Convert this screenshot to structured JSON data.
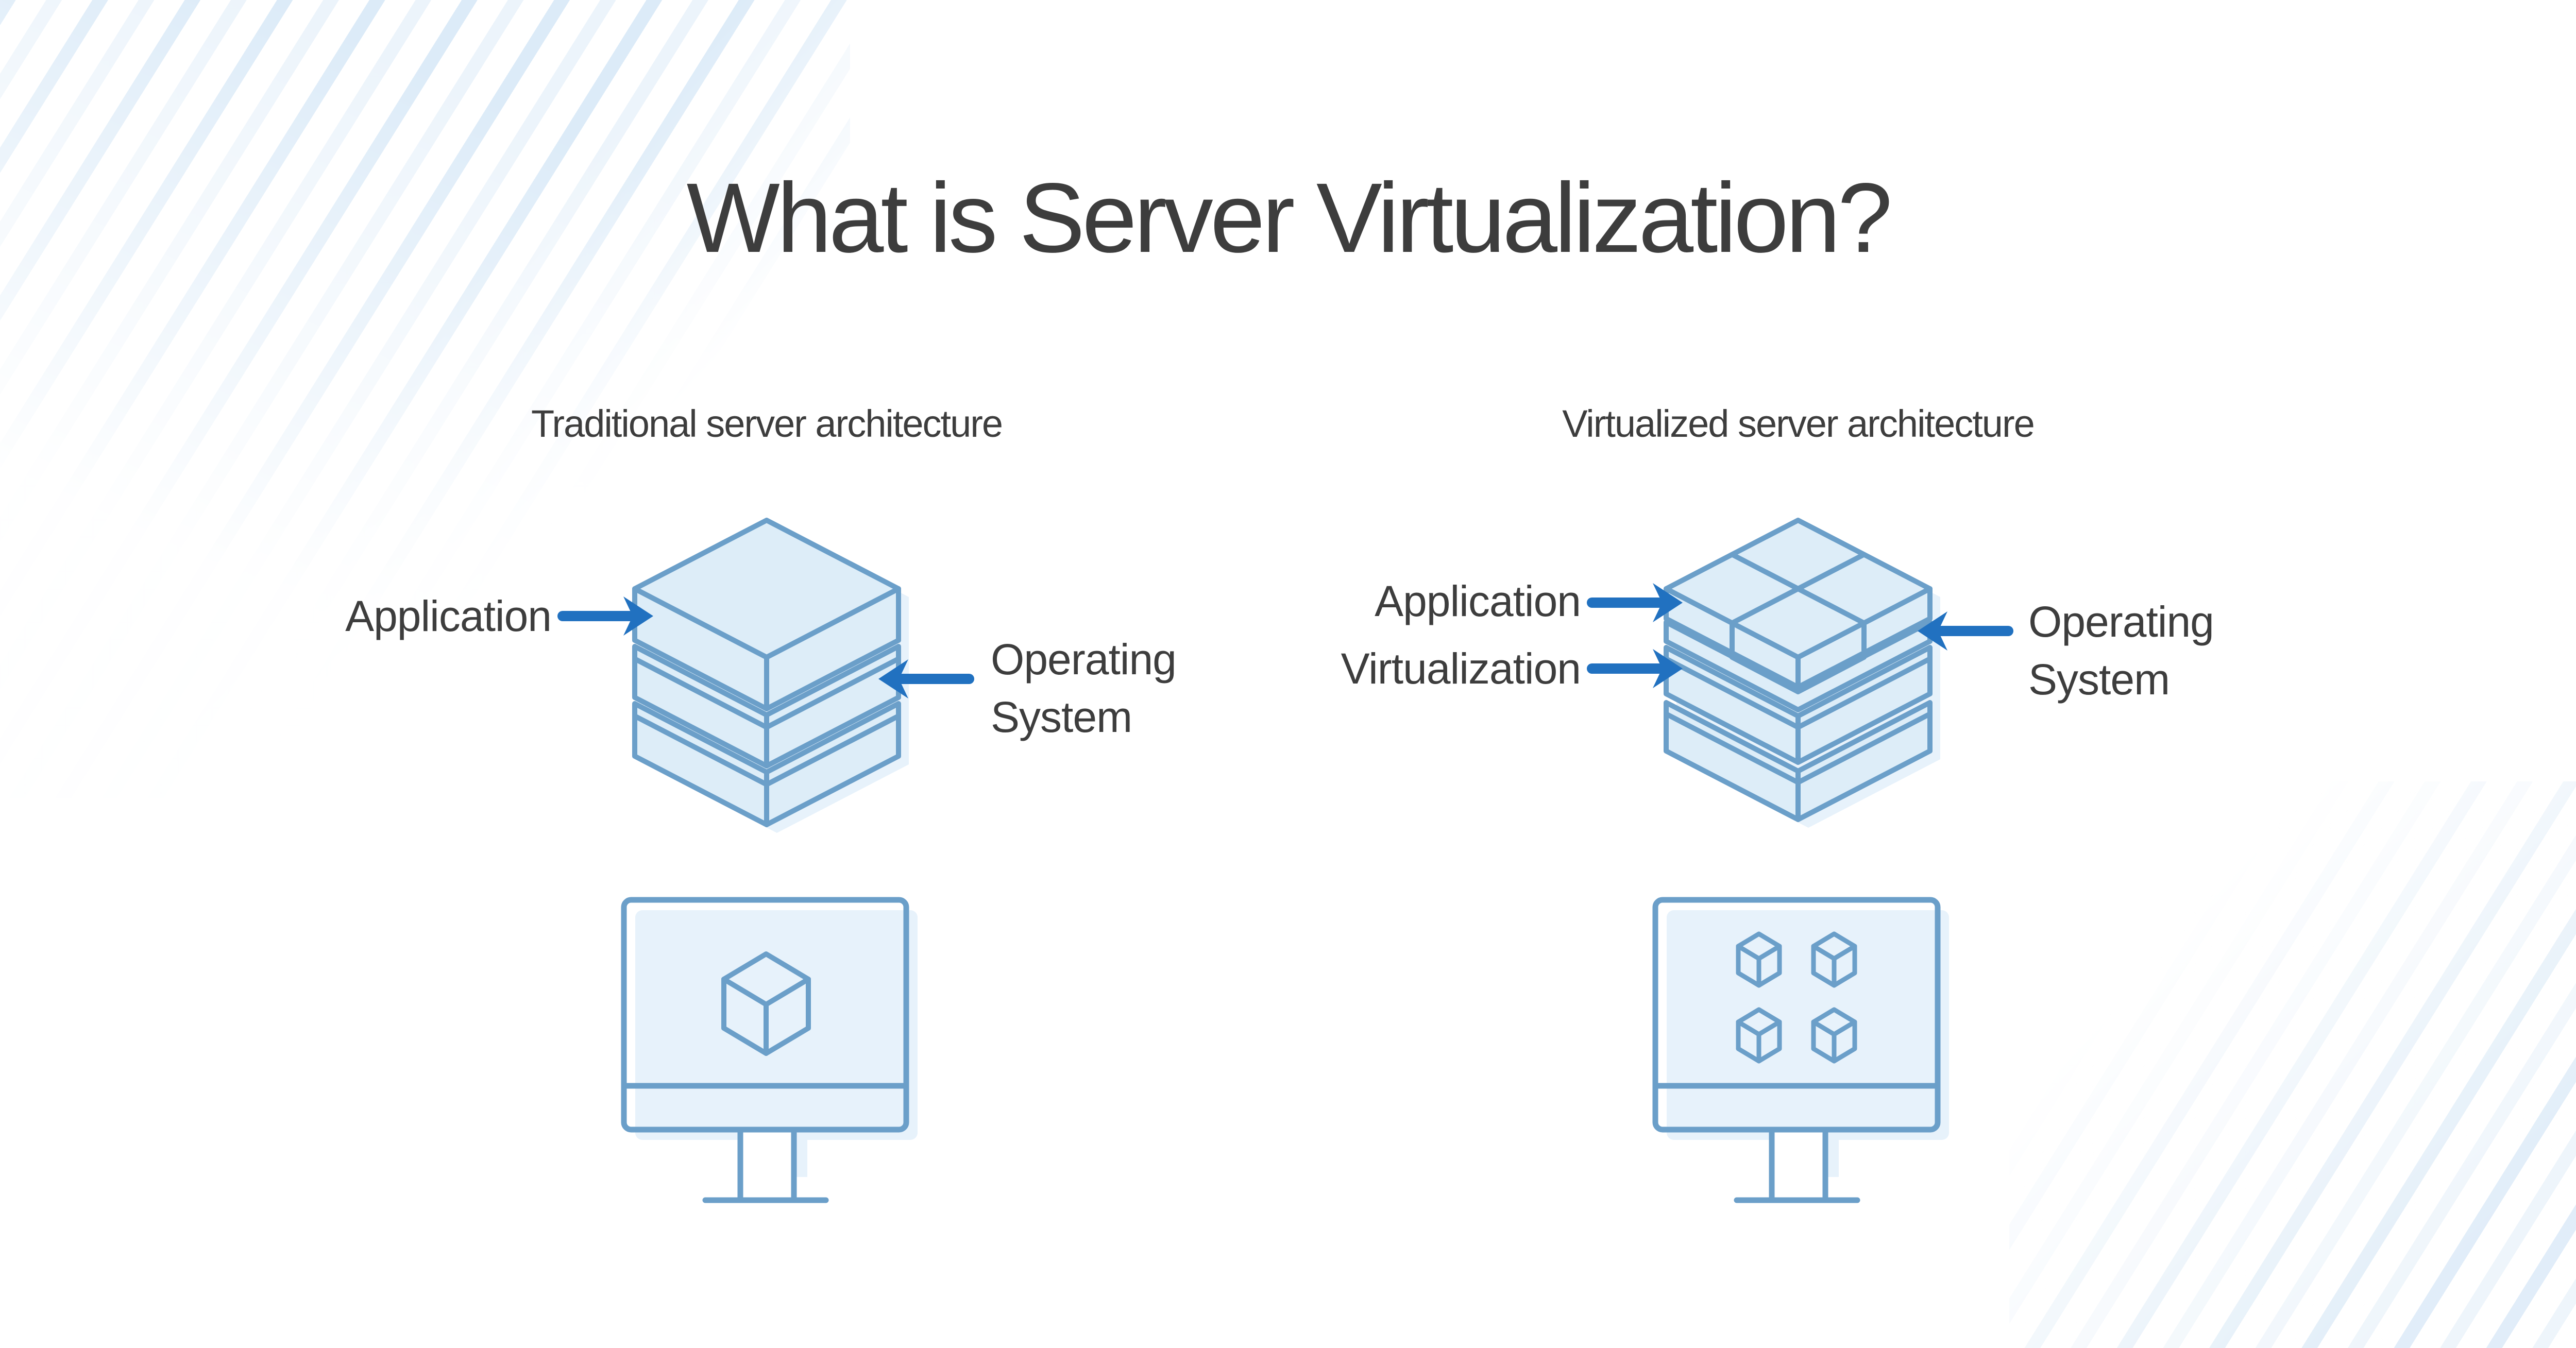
{
  "title": "What is Server Virtualization?",
  "colors": {
    "stroke-blue": "#6b9fc9",
    "fill-blue": "#ddedf8",
    "shadow-blue": "#e7f2fb",
    "arrow-blue": "#2171c0",
    "text-dark": "#3d3d3d",
    "stripe-a": "#dcebf8",
    "stripe-b": "#ecf4fb"
  },
  "traditional": {
    "heading": "Traditional server architecture",
    "labels": {
      "application": "Application",
      "operating_system": "Operating System"
    }
  },
  "virtualized": {
    "heading": "Virtualized server architecture",
    "labels": {
      "application": "Application",
      "virtualization": "Virtualization",
      "operating_system": "Operating System"
    }
  }
}
